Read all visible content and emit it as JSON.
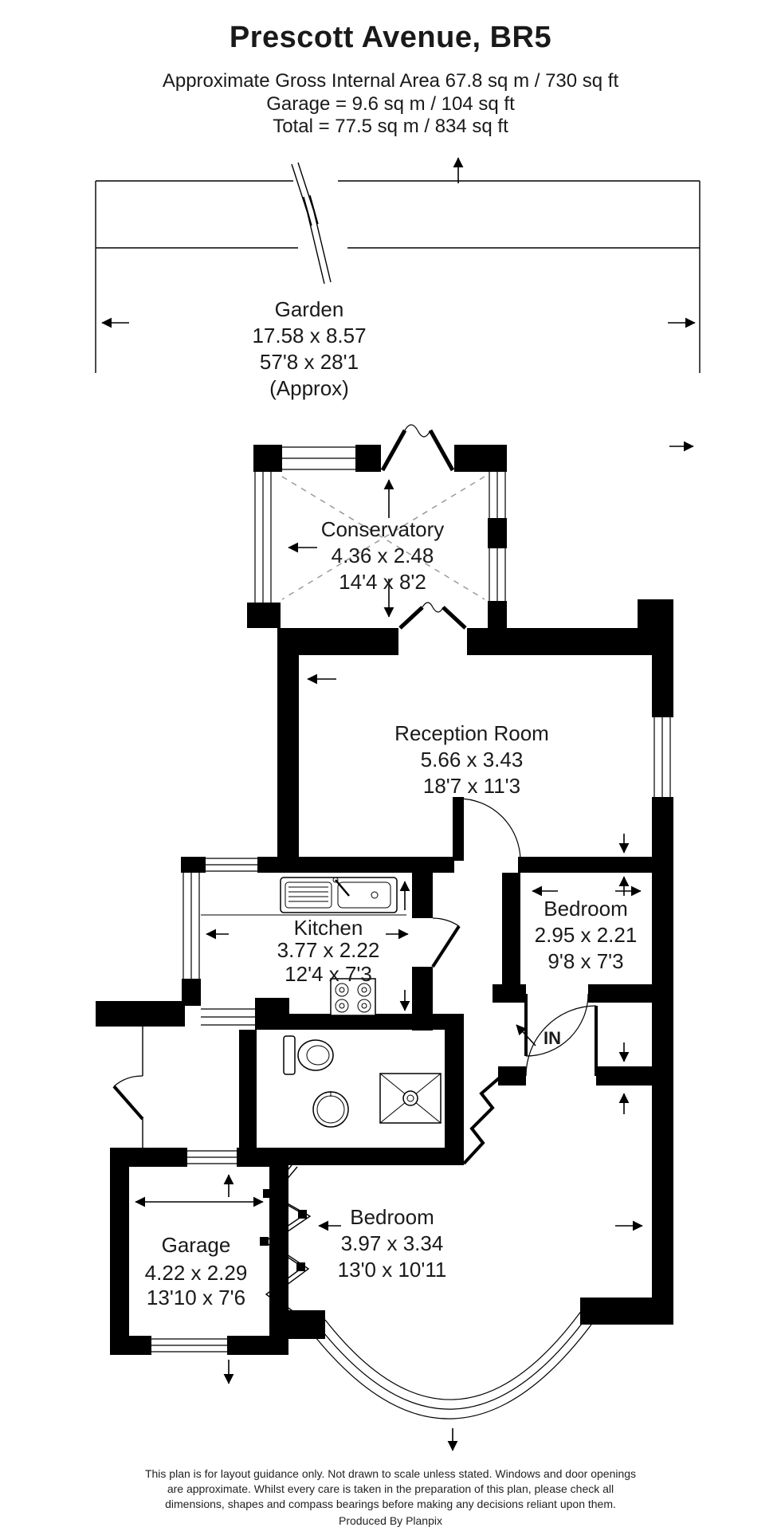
{
  "header": {
    "title": "Prescott Avenue, BR5",
    "area": "Approximate Gross Internal Area 67.8 sq m / 730 sq ft",
    "garage": "Garage = 9.6 sq m / 104 sq ft",
    "total": "Total = 77.5 sq m / 834 sq ft"
  },
  "rooms": {
    "garden": {
      "name": "Garden",
      "metric": "17.58 x 8.57",
      "imperial": "57'8 x 28'1",
      "note": "(Approx)"
    },
    "conservatory": {
      "name": "Conservatory",
      "metric": "4.36 x 2.48",
      "imperial": "14'4 x 8'2"
    },
    "reception": {
      "name": "Reception Room",
      "metric": "5.66 x 3.43",
      "imperial": "18'7 x 11'3"
    },
    "kitchen": {
      "name": "Kitchen",
      "metric": "3.77 x 2.22",
      "imperial": "12'4 x 7'3"
    },
    "bedroom1": {
      "name": "Bedroom",
      "metric": "2.95 x 2.21",
      "imperial": "9'8 x 7'3"
    },
    "garage": {
      "name": "Garage",
      "metric": "4.22 x 2.29",
      "imperial": "13'10 x 7'6"
    },
    "bedroom2": {
      "name": "Bedroom",
      "metric": "3.97 x 3.34",
      "imperial": "13'0 x 10'11"
    }
  },
  "entrance": {
    "label": "IN"
  },
  "footer": {
    "line1": "This plan is for layout guidance only. Not drawn to scale unless stated. Windows and door openings",
    "line2": "are approximate. Whilst every care is taken in the preparation of this plan, please check all",
    "line3": "dimensions, shapes and compass bearings before making any decisions reliant upon them.",
    "credit": "Produced By Planpix"
  },
  "colors": {
    "wall": "#000000",
    "text": "#1a1a1a",
    "roof_dash": "#9a9a9a",
    "background": "#ffffff"
  }
}
